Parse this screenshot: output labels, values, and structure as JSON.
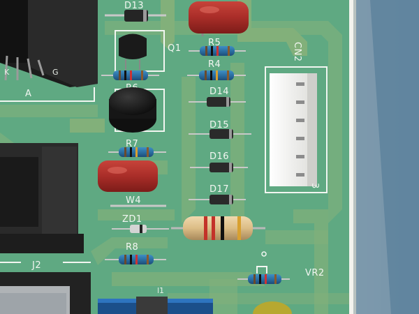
{
  "board": {
    "colors": {
      "pcb": "#5fa982",
      "trace": "#89b279",
      "silkscreen": "#f2f6f1",
      "capacitor": "#b3362f",
      "connector": "#f4f4f2"
    }
  },
  "labels": {
    "d13": "D13",
    "q1": "Q1",
    "r5": "R5",
    "r4": "R4",
    "r6": "R6",
    "d14": "D14",
    "d15": "D15",
    "d16": "D16",
    "r7": "R7",
    "d17": "D17",
    "w4": "W4",
    "zd1": "ZD1",
    "r8": "R8",
    "vr2": "VR2",
    "cn2": "CN2",
    "pin3": "3",
    "a": "A",
    "j2": "J2",
    "l1": "l1",
    "k": "K",
    "g": "G"
  }
}
